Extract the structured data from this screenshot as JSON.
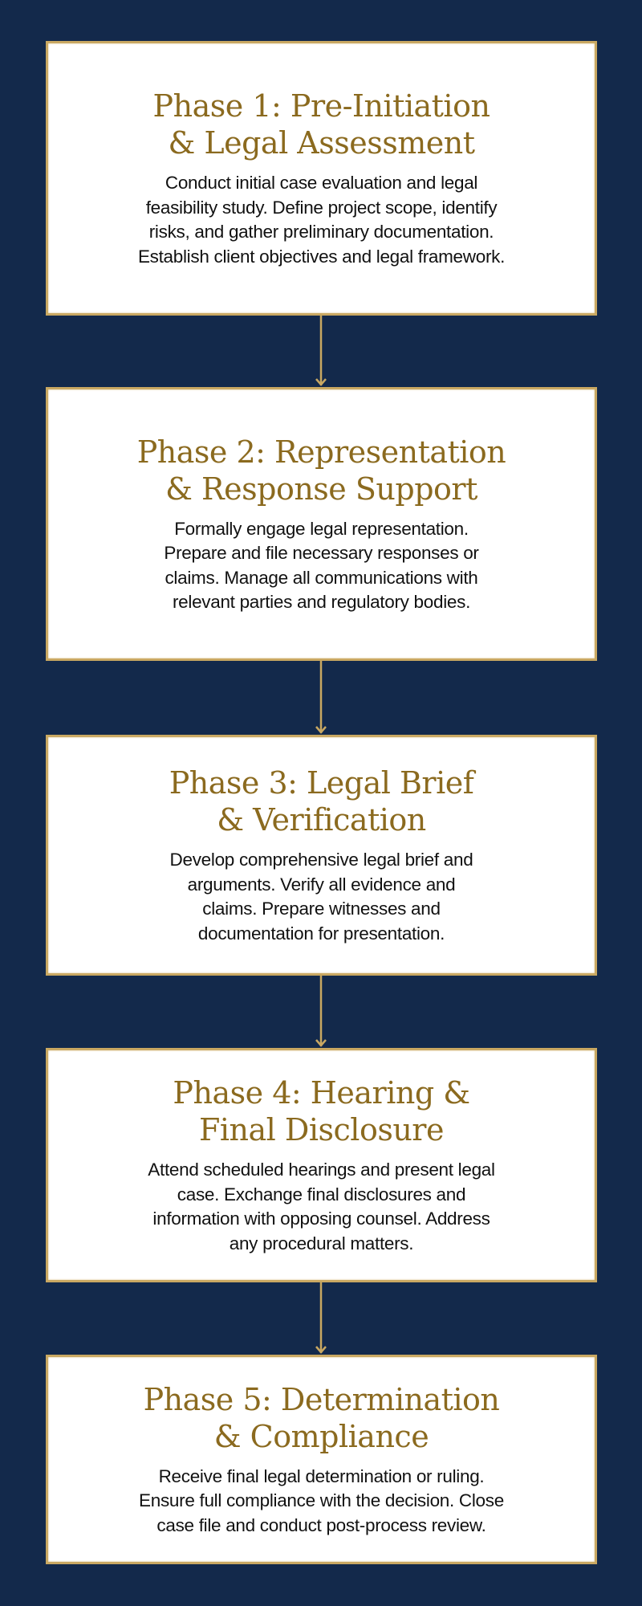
{
  "colors": {
    "background": "#13294b",
    "border": "#c9a862",
    "title": "#8b6a1f",
    "text": "#111111"
  },
  "phases": [
    {
      "title": [
        "Phase 1: Pre-Initiation",
        "& Legal Assessment"
      ],
      "description": [
        "Conduct initial case evaluation and legal",
        "feasibility study. Define project scope, identify",
        "risks, and gather preliminary documentation.",
        "Establish client objectives and legal framework."
      ]
    },
    {
      "title": [
        "Phase 2: Representation",
        "& Response Support"
      ],
      "description": [
        "Formally engage legal representation.",
        "Prepare and file necessary responses or",
        "claims. Manage all communications with",
        "relevant parties and regulatory bodies."
      ]
    },
    {
      "title": [
        "Phase 3: Legal Brief",
        "& Verification"
      ],
      "description": [
        "Develop comprehensive legal brief and",
        "arguments. Verify all evidence and",
        "claims. Prepare witnesses and",
        "documentation for presentation."
      ]
    },
    {
      "title": [
        "Phase 4: Hearing &",
        "Final Disclosure"
      ],
      "description": [
        "Attend scheduled hearings and present legal",
        "case. Exchange final disclosures and",
        "information with opposing counsel. Address",
        "any procedural matters."
      ]
    },
    {
      "title": [
        "Phase 5: Determination",
        "& Compliance"
      ],
      "description": [
        "Receive final legal determination or ruling.",
        "Ensure full compliance with the decision. Close",
        "case file and conduct post-process review."
      ]
    }
  ]
}
